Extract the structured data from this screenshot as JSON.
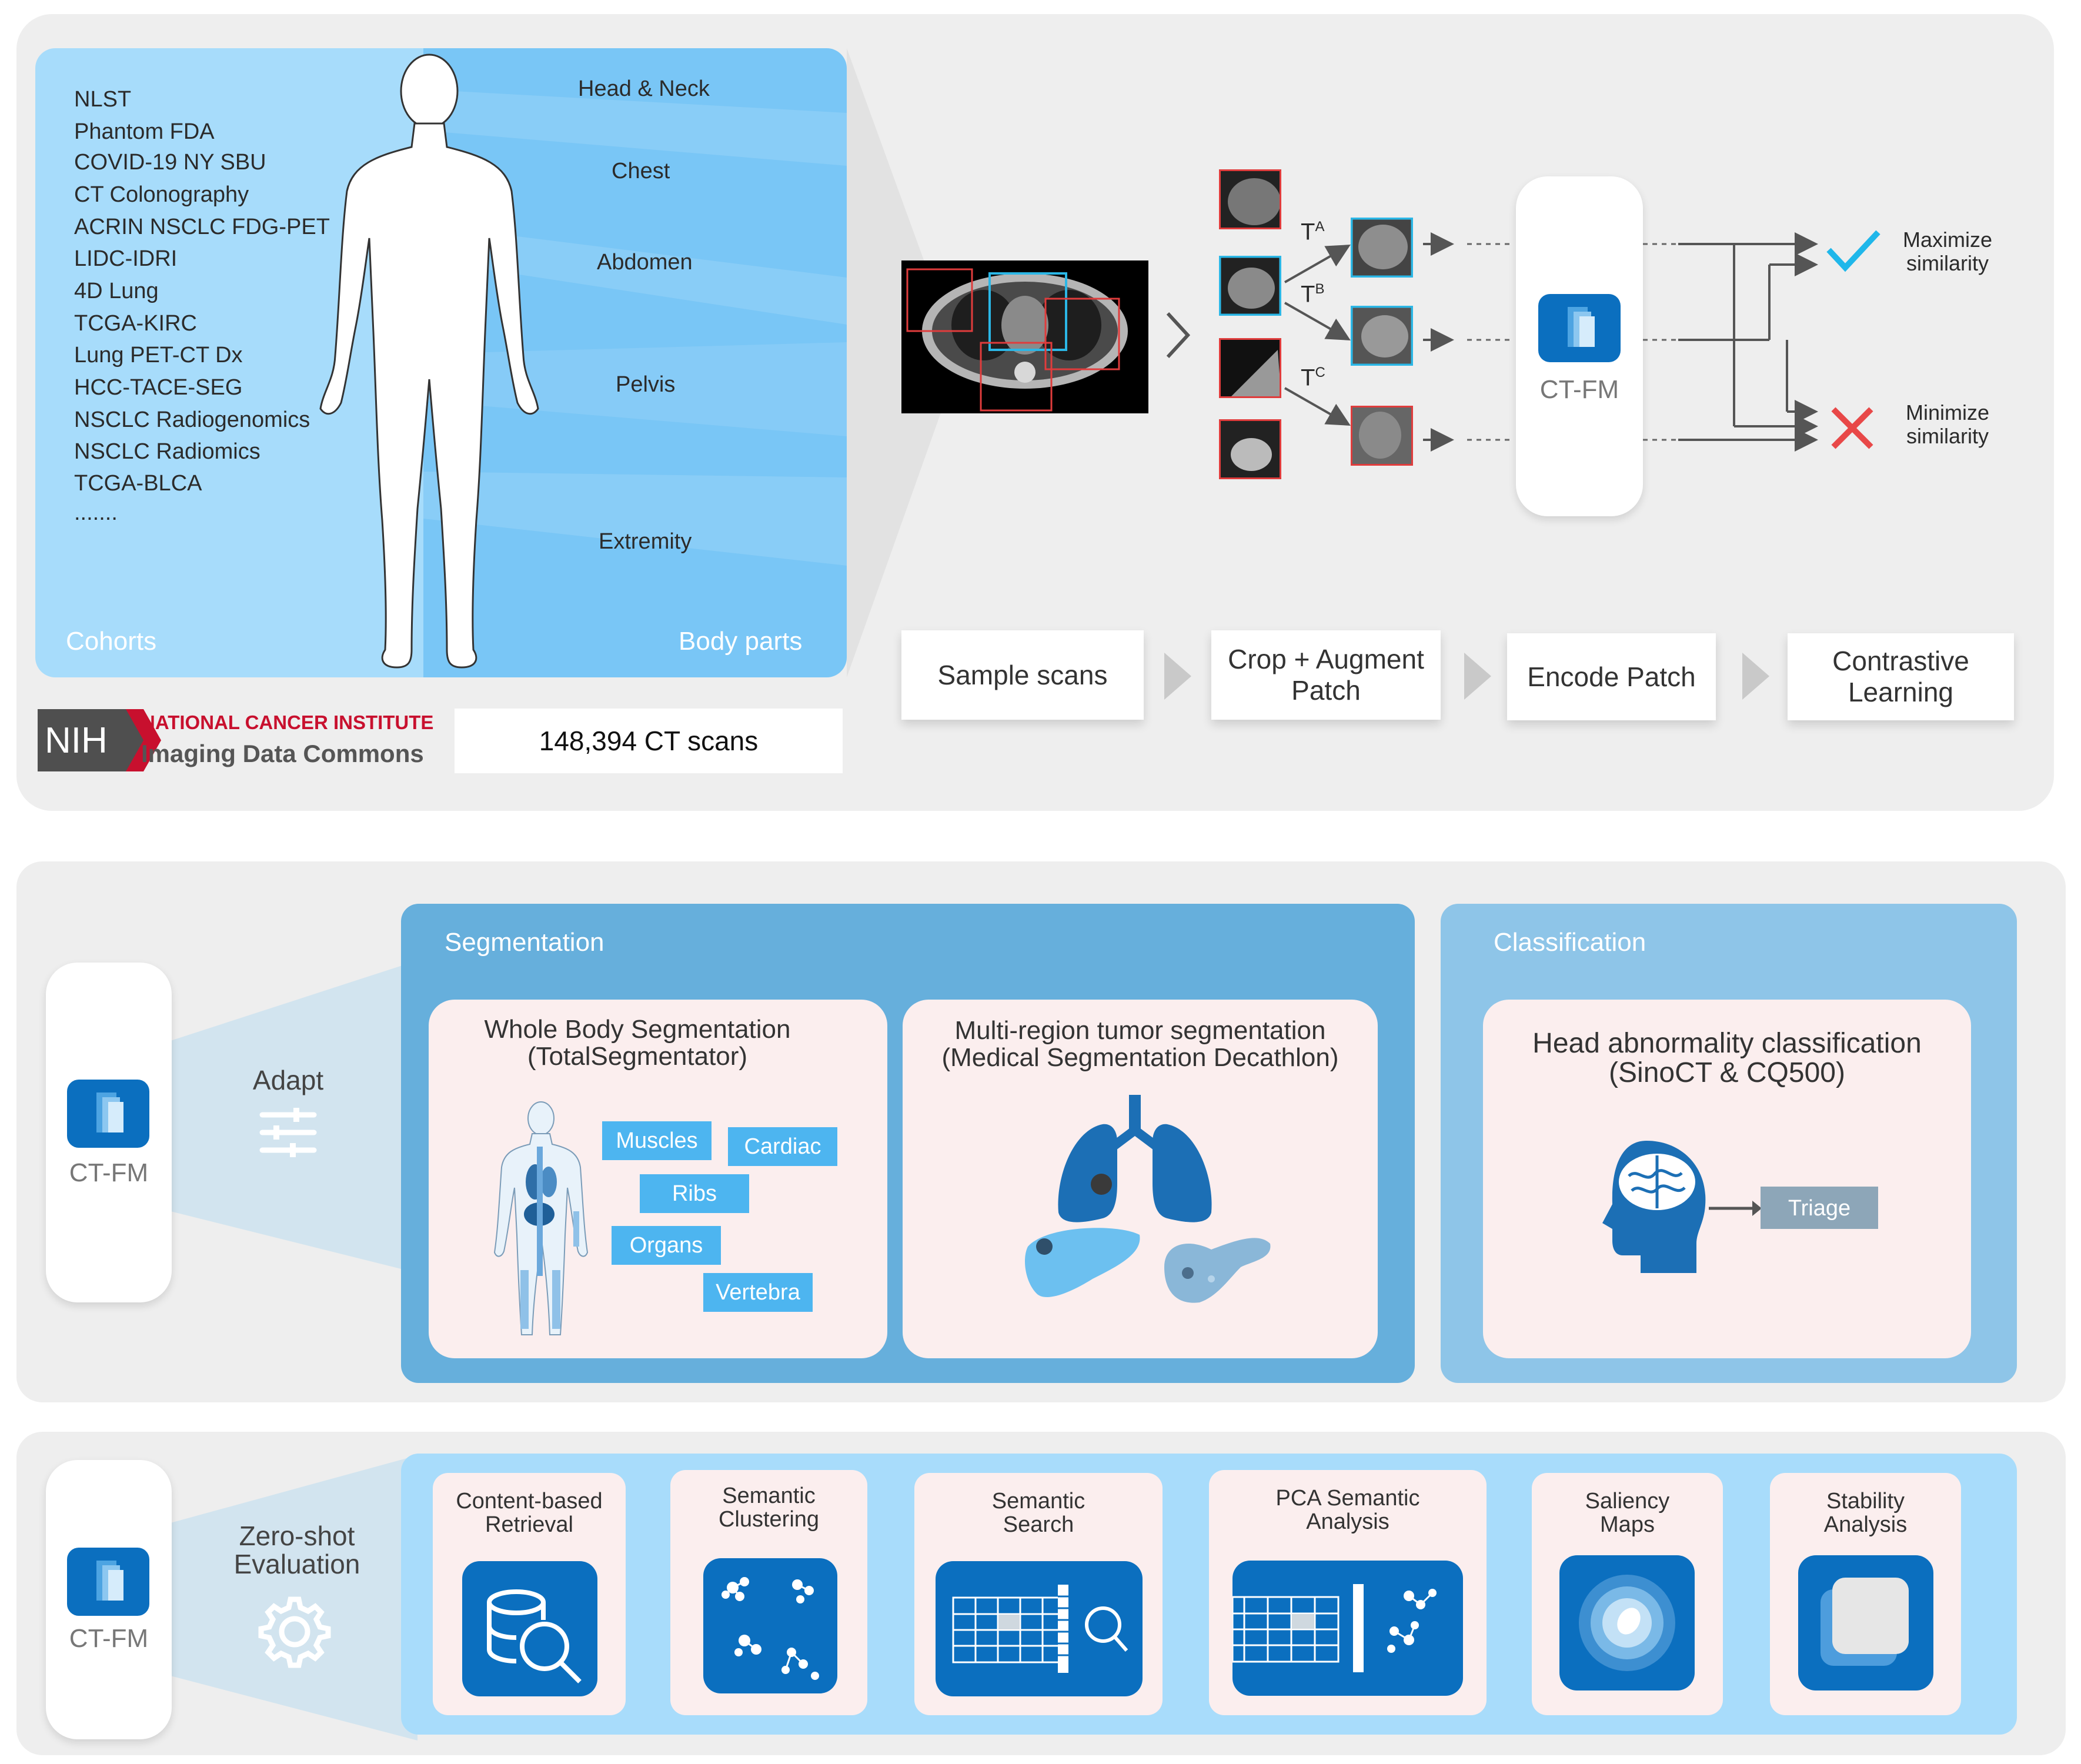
{
  "top": {
    "cohorts_label": "Cohorts",
    "body_parts_label": "Body parts",
    "cohorts": [
      "NLST",
      "Phantom FDA",
      "COVID-19 NY SBU",
      "CT Colonography",
      "ACRIN NSCLC FDG-PET",
      "LIDC-IDRI",
      "4D Lung",
      "TCGA-KIRC",
      "Lung PET-CT Dx",
      "HCC-TACE-SEG",
      "NSCLC Radiogenomics",
      "NSCLC Radiomics",
      "TCGA-BLCA",
      "......."
    ],
    "body_parts": [
      "Head & Neck",
      "Chest",
      "Abdomen",
      "Pelvis",
      "Extremity"
    ],
    "nih": {
      "badge": "NIH",
      "line1": "NATIONAL CANCER INSTITUTE",
      "line2": "Imaging Data Commons"
    },
    "scan_count": "148,394 CT scans",
    "transforms": [
      "T",
      "T",
      "T"
    ],
    "transform_sup": [
      "A",
      "B",
      "C"
    ],
    "model_label": "CT-FM",
    "maximize": "Maximize\nsimilarity",
    "minimize": "Minimize\nsimilarity",
    "steps": [
      "Sample scans",
      "Crop + Augment\nPatch",
      "Encode Patch",
      "Contrastive\nLearning"
    ]
  },
  "middle": {
    "model_label": "CT-FM",
    "adapt_label": "Adapt",
    "segmentation": {
      "title": "Segmentation",
      "whole_body": {
        "title": "Whole Body Segmentation\n(TotalSegmentator)",
        "tags": [
          "Muscles",
          "Cardiac",
          "Ribs",
          "Organs",
          "Vertebra"
        ]
      },
      "multi_region": {
        "title": "Multi-region tumor segmentation\n(Medical Segmentation Decathlon)"
      }
    },
    "classification": {
      "title": "Classification",
      "head": {
        "title": "Head abnormality classification\n(SinoCT & CQ500)",
        "triage": "Triage"
      }
    }
  },
  "bottom": {
    "model_label": "CT-FM",
    "zero_shot_label": "Zero-shot\nEvaluation",
    "tools": [
      "Content-based\nRetrieval",
      "Semantic\nClustering",
      "Semantic\nSearch",
      "PCA Semantic\nAnalysis",
      "Saliency\nMaps",
      "Stability\nAnalysis"
    ]
  },
  "colors": {
    "panel": "#eeeeee",
    "accent_blue": "#0b6fbf",
    "light_blue": "#a8dcfb",
    "seg_blue": "#6cb2de",
    "class_blue": "#8ec5e8",
    "tag_blue": "#4db5f0",
    "check": "#1fb7ea",
    "cross": "#e84848",
    "crop_red": "#e03c3c",
    "crop_cyan": "#2bb7e6",
    "nih_red": "#c8102e"
  },
  "icons": [
    "human-body-icon",
    "ct-scan-icon",
    "ct-fm-logo-icon",
    "checkmark-icon",
    "cross-icon",
    "sliders-icon",
    "gear-icon",
    "lungs-icon",
    "liver-icon",
    "pancreas-icon",
    "head-brain-icon",
    "database-search-icon",
    "clusters-icon",
    "grid-search-icon",
    "pca-icon",
    "saliency-icon",
    "stability-icon"
  ]
}
